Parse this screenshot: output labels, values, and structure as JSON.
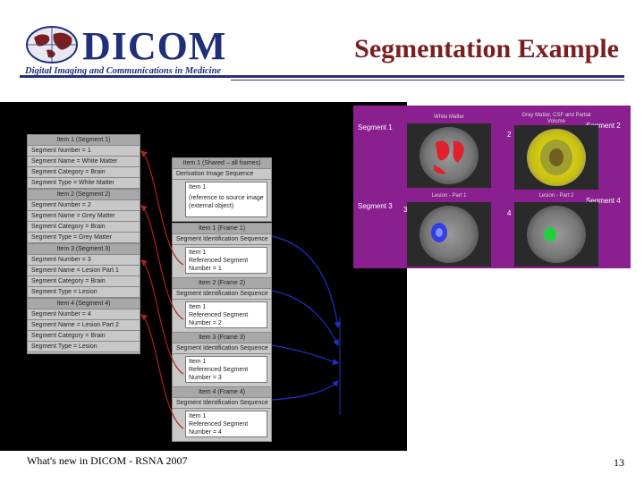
{
  "header": {
    "logo_text": "DICOM",
    "logo_subtitle": "Digital Imaging and Communications in Medicine",
    "title": "Segmentation Example"
  },
  "left_items": [
    {
      "header": "Item 1 (Segment 1)",
      "rows": [
        "Segment Number = 1",
        "Segment Name = White Matter",
        "Segment Category = Brain",
        "Segment Type = White Matter"
      ]
    },
    {
      "header": "Item 2 (Segment 2)",
      "rows": [
        "Segment Number = 2",
        "Segment Name = Grey Matter",
        "Segment Category = Brain",
        "Segment Type = Grey Matter"
      ]
    },
    {
      "header": "Item 3 (Segment 3)",
      "rows": [
        "Segment Number = 3",
        "Segment Name = Lesion Part 1",
        "Segment Category = Brain",
        "Segment Type = Lesion"
      ]
    },
    {
      "header": "Item 4 (Segment 4)",
      "rows": [
        "Segment Number = 4",
        "Segment Name = Lesion Part 2",
        "Segment Category = Brain",
        "Segment Type = Lesion"
      ]
    }
  ],
  "shared": {
    "header": "Item 1 (Shared – all frames)",
    "sequence": "Derivation Image Sequence",
    "item": "Item 1",
    "reference": "(reference to source image (external object)"
  },
  "frames": [
    {
      "header": "Item 1 (Frame 1)",
      "sequence": "Segment Identification Sequence",
      "item": "Item 1",
      "ref": "Referenced Segment Number = 1"
    },
    {
      "header": "Item 2 (Frame 2)",
      "sequence": "Segment Identification Sequence",
      "item": "Item 1",
      "ref": "Referenced Segment Number = 2"
    },
    {
      "header": "Item 3 (Frame 3)",
      "sequence": "Segment Identification Sequence",
      "item": "Item 1",
      "ref": "Referenced Segment Number = 3"
    },
    {
      "header": "Item 4 (Frame 4)",
      "sequence": "Segment Identification Sequence",
      "item": "Item 1",
      "ref": "Referenced Segment Number = 4"
    }
  ],
  "images": {
    "segment_labels": [
      "Segment 1",
      "Segment 2",
      "Segment 3",
      "Segment 4"
    ],
    "panel_titles": [
      "White Matter",
      "Gray Matter, CSF and Partial Volume",
      "Lesion - Part 1",
      "Lesion - Part 2"
    ],
    "numbers": [
      "2",
      "3",
      "4"
    ]
  },
  "footer": {
    "text": "What's new in DICOM - RSNA 2007",
    "page": "13"
  },
  "colors": {
    "accent": "#7a1f1f",
    "brand": "#1f2f7a",
    "panel": "#8a1f8f"
  }
}
